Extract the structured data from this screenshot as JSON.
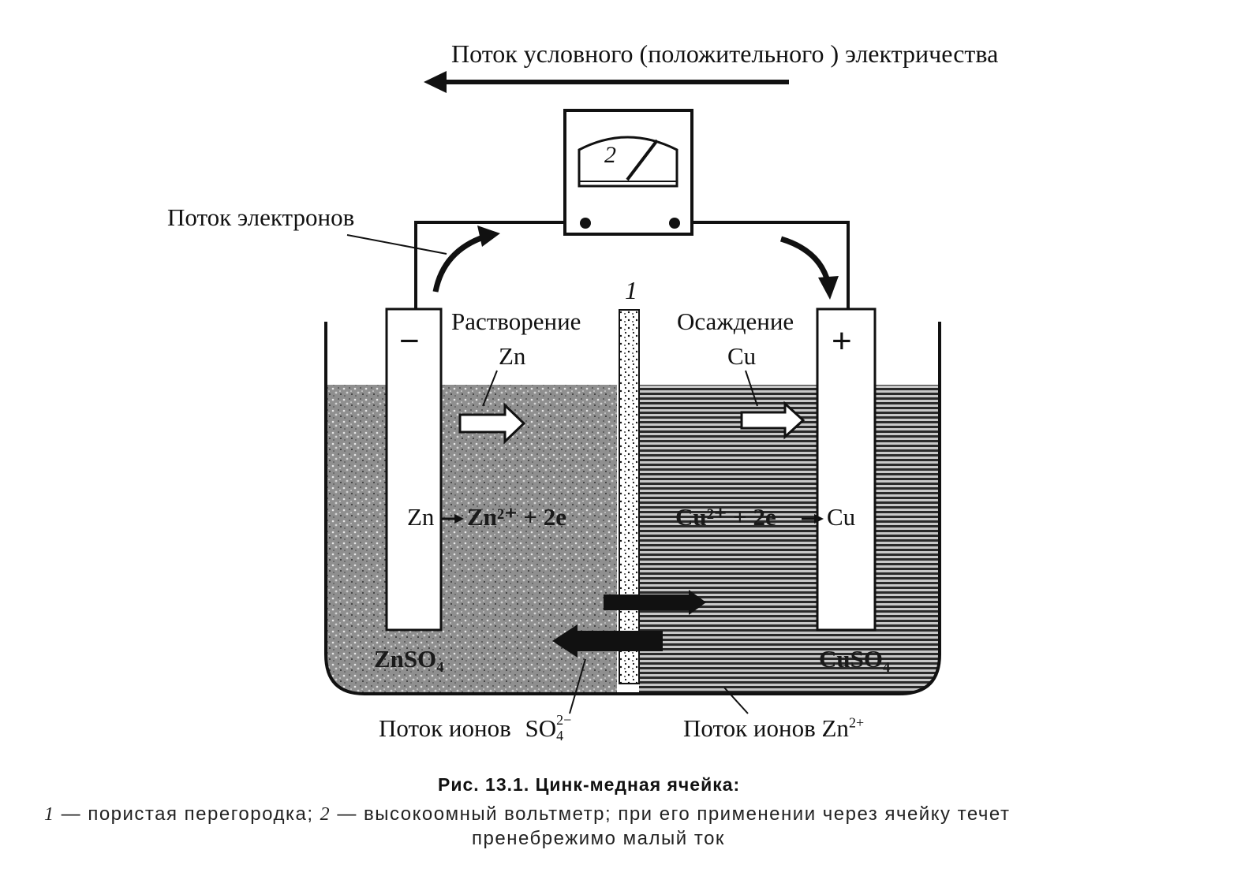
{
  "diagram": {
    "top_label": "Поток условного (положительного ) электричества",
    "electron_flow_label": "Поток электронов",
    "voltmeter_mark": "2",
    "partition_mark": "1",
    "left_process_line1": "Растворение",
    "left_process_line2": "Zn",
    "right_process_line1": "Осаждение",
    "right_process_line2": "Cu",
    "anode_sign": "−",
    "cathode_sign": "+",
    "left_reaction_zn": "Zn",
    "left_reaction_rest": "Zn²⁺ + 2e",
    "right_reaction_rest": "Cu²⁺ + 2e",
    "right_reaction_cu": "Cu",
    "left_solution": "ZnSO₄",
    "right_solution": "CuSO₄",
    "ion_flow_left_prefix": "Поток ионов",
    "ion_flow_left_ion": "SO",
    "ion_flow_left_sub": "4",
    "ion_flow_left_sup": "2−",
    "ion_flow_right_prefix": "Поток ионов Zn",
    "ion_flow_right_sup": "2+"
  },
  "caption": {
    "title": "Рис. 13.1. Цинк-медная ячейка:",
    "item1_num": "1",
    "item1_text": " — пористая перегородка; ",
    "item2_num": "2",
    "item2_text": " — высокоомный вольтметр; при его применении через ячейку течет",
    "line2": "пренебрежимо малый ток"
  }
}
